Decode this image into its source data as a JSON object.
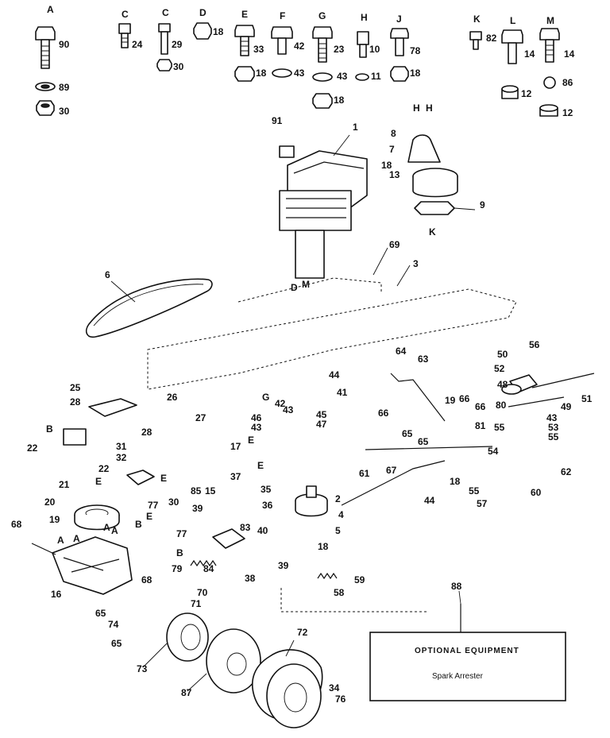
{
  "hardware_headers": [
    "A",
    "C",
    "C",
    "D",
    "E",
    "F",
    "G",
    "H",
    "J",
    "K",
    "L",
    "M"
  ],
  "hardware_numbers": [
    "90",
    "89",
    "30",
    "24",
    "29",
    "30",
    "18",
    "33",
    "18",
    "42",
    "43",
    "23",
    "43",
    "18",
    "10",
    "11",
    "78",
    "18",
    "82",
    "14",
    "12",
    "14",
    "86",
    "12"
  ],
  "part_callouts": [
    "91",
    "1",
    "8",
    "H",
    "H",
    "7",
    "18",
    "13",
    "9",
    "K",
    "69",
    "3",
    "6",
    "D",
    "M",
    "64",
    "63",
    "50",
    "56",
    "52",
    "48",
    "49",
    "51",
    "80",
    "43",
    "53",
    "55",
    "19",
    "66",
    "66",
    "66",
    "65",
    "65",
    "81",
    "55",
    "54",
    "62",
    "61",
    "67",
    "18",
    "60",
    "55",
    "57",
    "44",
    "44",
    "41",
    "G",
    "42",
    "43",
    "45",
    "46",
    "43",
    "47",
    "E",
    "B",
    "25",
    "28",
    "26",
    "28",
    "27",
    "31",
    "32",
    "17",
    "E",
    "22",
    "22",
    "E",
    "30",
    "37",
    "36",
    "85",
    "15",
    "35",
    "2",
    "4",
    "5",
    "21",
    "E",
    "20",
    "77",
    "19",
    "A",
    "A",
    "B",
    "68",
    "A",
    "A",
    "16",
    "77",
    "E",
    "B",
    "39",
    "40",
    "83",
    "79",
    "84",
    "39",
    "38",
    "18",
    "59",
    "58",
    "70",
    "71",
    "68",
    "65",
    "74",
    "65",
    "73",
    "87",
    "72",
    "34",
    "76",
    "88"
  ],
  "optional_box": {
    "title": "OPTIONAL EQUIPMENT",
    "subtitle": "Spark Arrester"
  },
  "colors": {
    "ink": "#111111",
    "paper": "#ffffff"
  }
}
